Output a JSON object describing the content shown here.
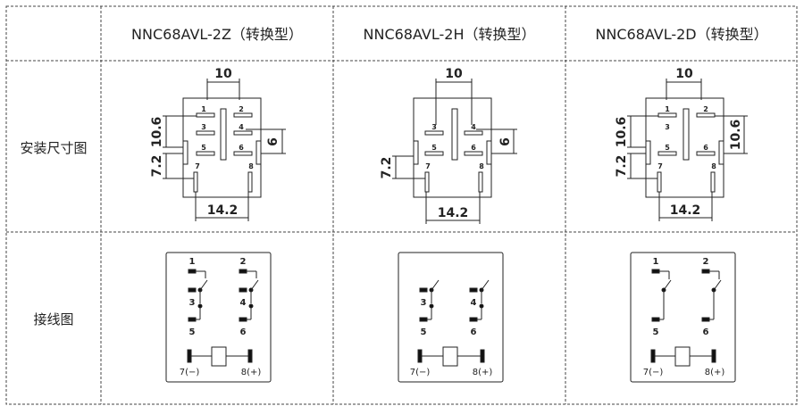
{
  "header": {
    "models": [
      "NNC68AVL-2Z（转换型）",
      "NNC68AVL-2H（转换型）",
      "NNC68AVL-2D（转换型）"
    ]
  },
  "rows": {
    "dimensions_label": "安装尺寸图",
    "wiring_label": "接线图"
  },
  "dimension_drawings": [
    {
      "pins": [
        "1",
        "2",
        "3",
        "4",
        "5",
        "6",
        "7",
        "8"
      ],
      "dims": {
        "top": "10",
        "left_upper": "10.6",
        "left_lower": "7.2",
        "right": "6",
        "bottom": "14.2"
      }
    },
    {
      "pins": [
        "3",
        "4",
        "5",
        "6",
        "7",
        "8"
      ],
      "dims": {
        "top": "10",
        "left_lower": "7.2",
        "right": "6",
        "bottom": "14.2"
      }
    },
    {
      "pins": [
        "1",
        "2",
        "3",
        "5",
        "6",
        "7",
        "8"
      ],
      "dims": {
        "top": "10",
        "left_upper": "10.6",
        "left_lower": "7.2",
        "right": "10.6",
        "bottom": "14.2"
      }
    }
  ],
  "wiring_drawings": [
    {
      "pins": [
        "1",
        "2",
        "3",
        "4",
        "5",
        "6"
      ],
      "coil_left": "7(−)",
      "coil_right": "8(+)"
    },
    {
      "pins": [
        "3",
        "4",
        "5",
        "6"
      ],
      "coil_left": "7(−)",
      "coil_right": "8(+)"
    },
    {
      "pins": [
        "1",
        "2",
        "5",
        "6"
      ],
      "coil_left": "7(−)",
      "coil_right": "8(+)"
    }
  ],
  "colors": {
    "line": "#222222",
    "grid": "#444444",
    "pin": "#111111"
  }
}
